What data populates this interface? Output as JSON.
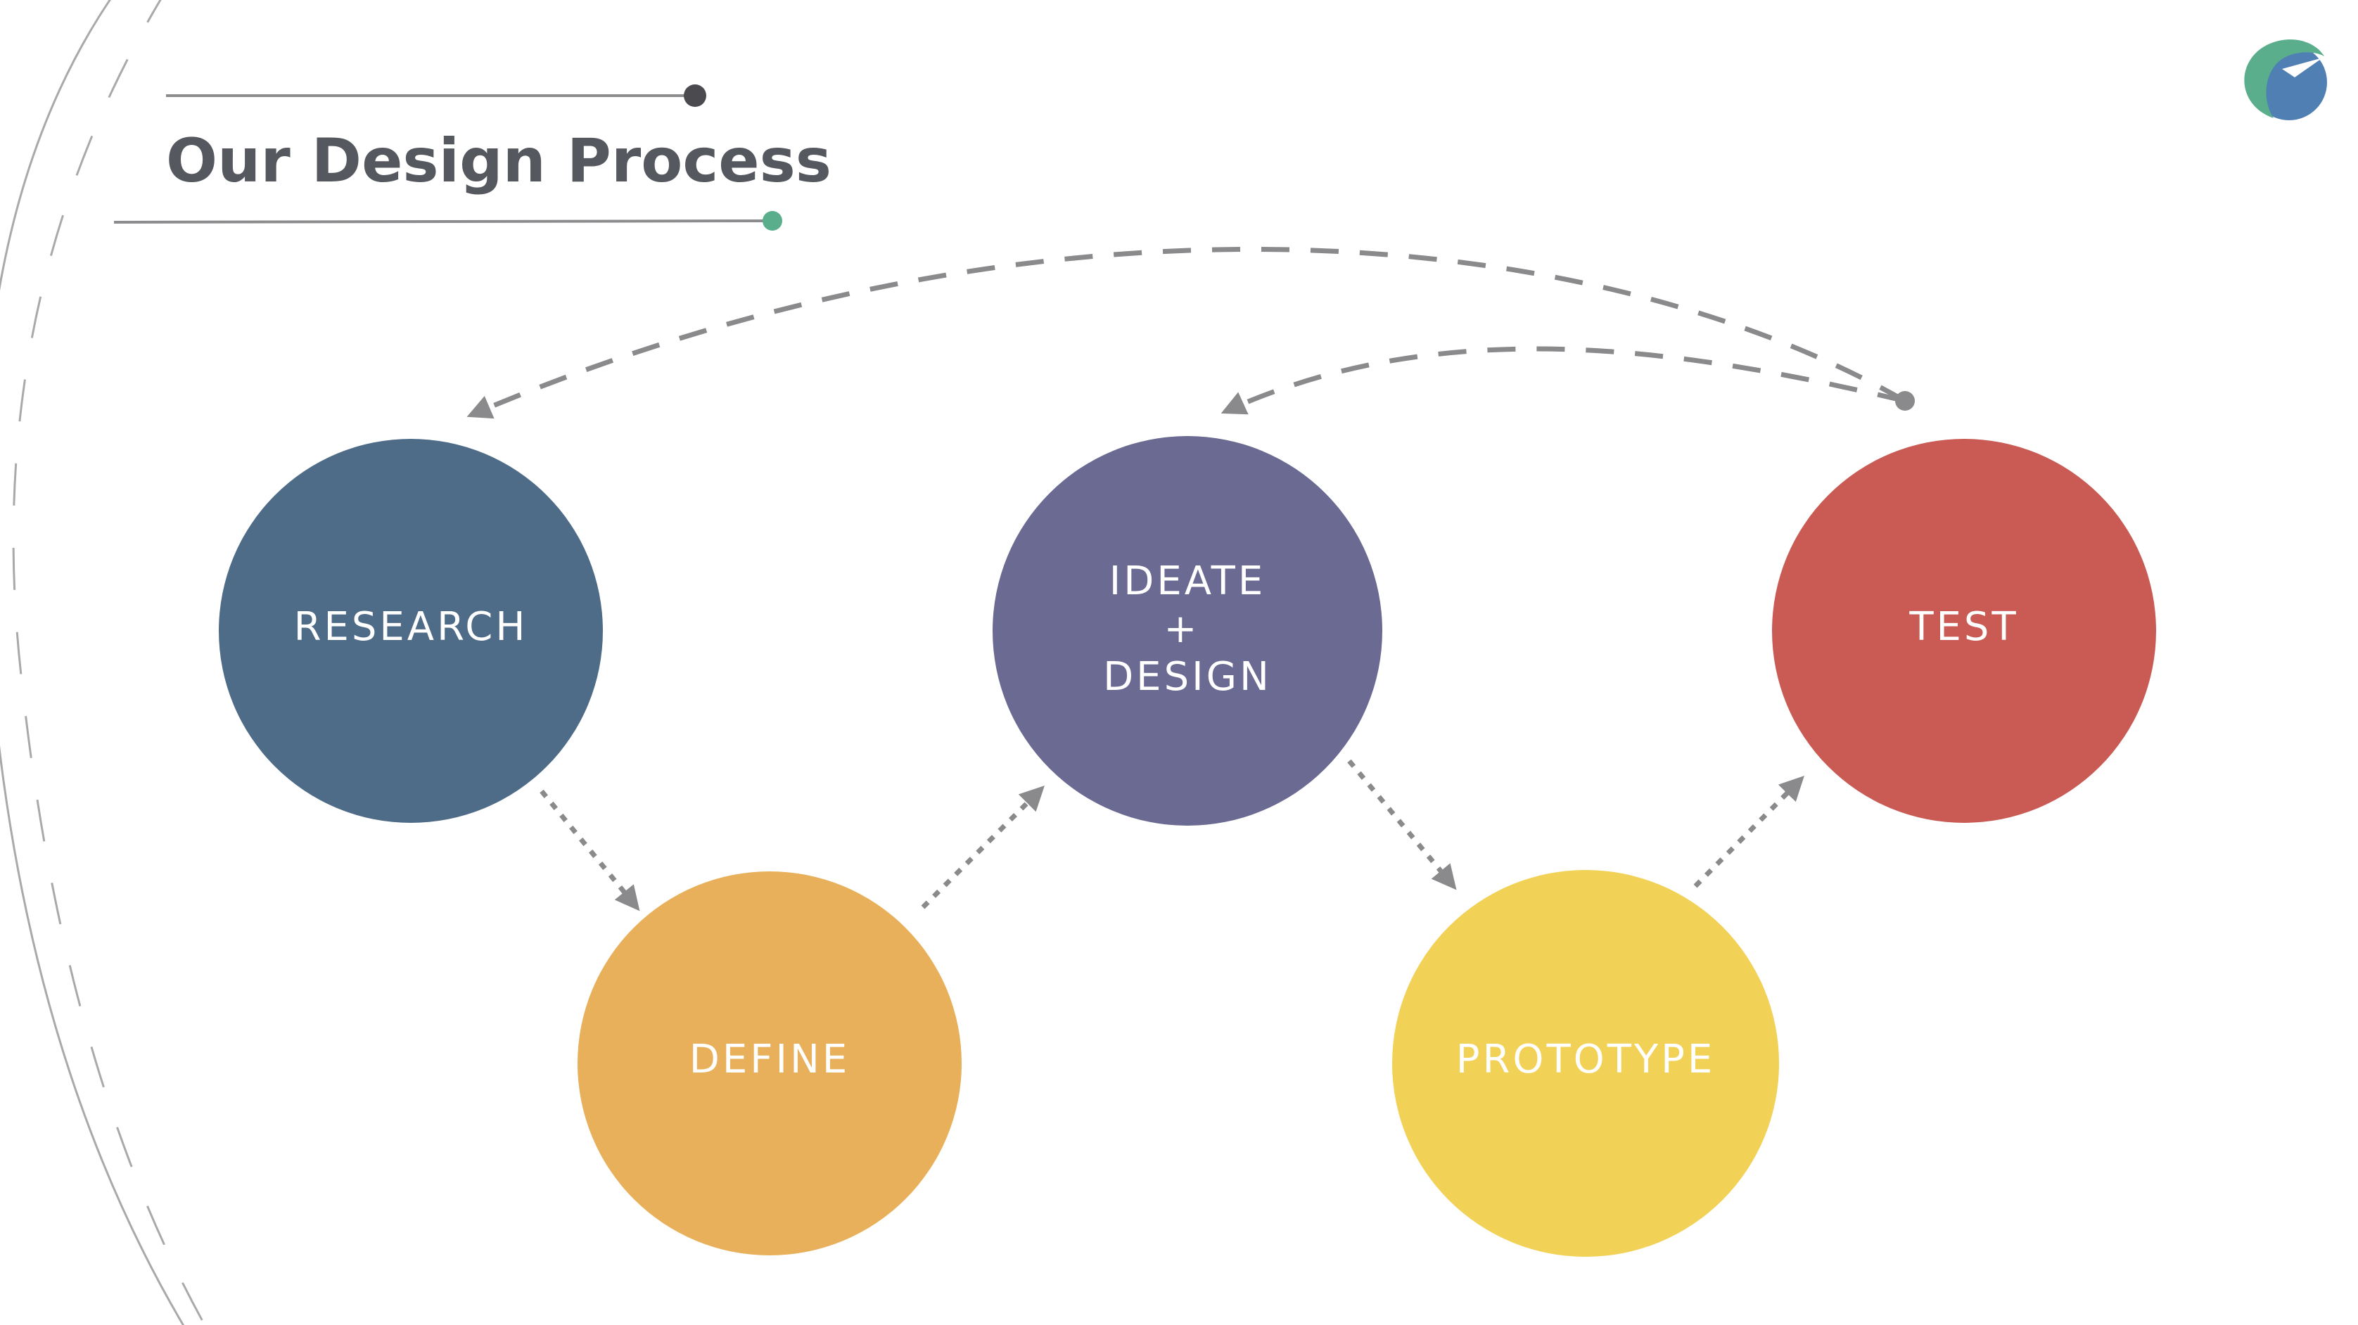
{
  "slide": {
    "title": "Our Design Process"
  },
  "colors": {
    "research": "#4e6b87",
    "define": "#e8b05a",
    "ideate": "#6a6a93",
    "prototype": "#f2d157",
    "test": "#c95b54",
    "arrow": "#8a8a8c",
    "accent_dot": "#5aae8c",
    "dark_dot": "#4a4a4f",
    "logo_green": "#5aae8c",
    "logo_blue": "#4f7fb3"
  },
  "stages": [
    {
      "id": "research",
      "lines": [
        "RESEARCH"
      ]
    },
    {
      "id": "define",
      "lines": [
        "DEFINE"
      ]
    },
    {
      "id": "ideate",
      "lines": [
        "IDEATE",
        "+",
        "DESIGN"
      ]
    },
    {
      "id": "prototype",
      "lines": [
        "PROTOTYPE"
      ]
    },
    {
      "id": "test",
      "lines": [
        "TEST"
      ]
    }
  ],
  "icons": {
    "logo": "company-logo-icon"
  }
}
